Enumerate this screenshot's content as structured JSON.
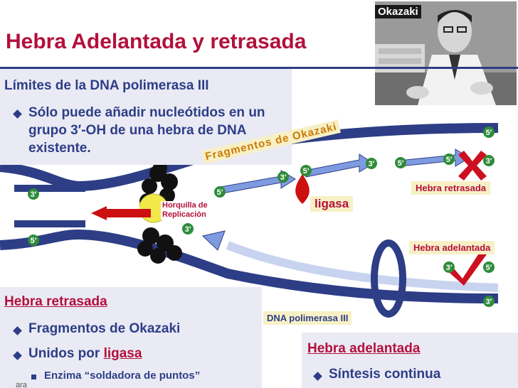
{
  "title": "Hebra Adelantada y retrasada",
  "photo_caption": "Okazaki",
  "limits": {
    "heading": "Límites de la DNA polimerasa III",
    "bullet": "Sólo puede añadir nucleótidos en un grupo 3′-OH de una hebra de DNA existente."
  },
  "diagram": {
    "okazaki_label": "Fragmentos de Okazaki",
    "fork_label_1": "Horquilla de",
    "fork_label_2": "Replicación",
    "ligasa_label": "ligasa",
    "lagging_label": "Hebra retrasada",
    "leading_label": "Hebra adelantada",
    "dna_pol_label": "DNA polimerasa III",
    "end_3": "3′",
    "end_5": "5′"
  },
  "lagging_box": {
    "heading": "Hebra retrasada",
    "b1": "Fragmentos de Okazaki",
    "b2_prefix": "Unidos por ",
    "b2_highlight": "ligasa",
    "b3": "Enzima “soldadora de puntos”"
  },
  "leading_box": {
    "heading": "Hebra adelantada",
    "b1": "Síntesis continua"
  },
  "stub_text": "ara",
  "colors": {
    "title": "#b3103a",
    "strand": "#2d3e86",
    "fragment": "#7f9be0",
    "badge": "#2e8b3a",
    "check": "#cc1020"
  }
}
